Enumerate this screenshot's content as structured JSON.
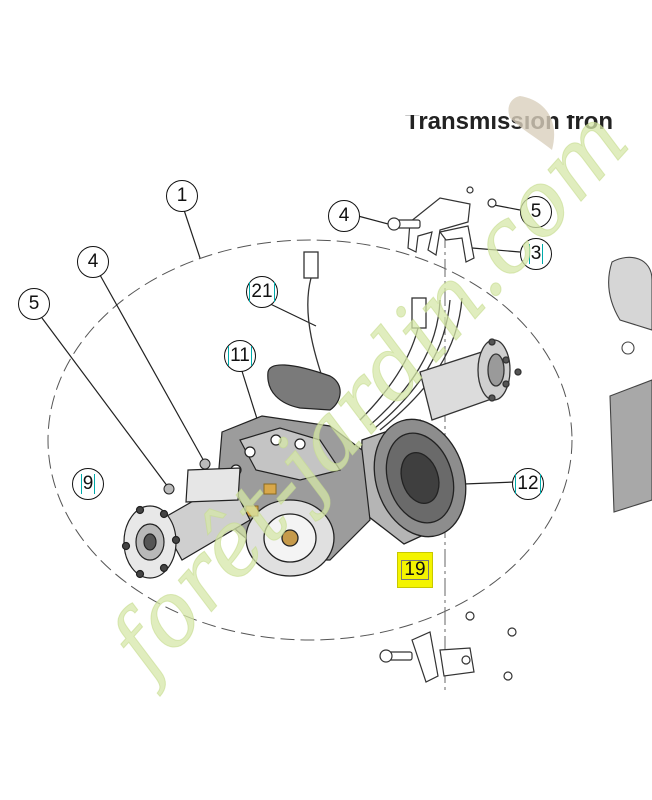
{
  "title": "Transmission fron",
  "callouts": {
    "c1": "1",
    "c3": "3",
    "c4a": "4",
    "c4b": "4",
    "c5a": "5",
    "c5b": "5",
    "c9": "9",
    "c11": "11",
    "c12": "12",
    "c19": "19",
    "c21": "21"
  },
  "watermark": "forêt-jardin.com",
  "colors": {
    "highlight": "#f4f400",
    "watermark": "#d6e7a8",
    "line": "#111111"
  }
}
